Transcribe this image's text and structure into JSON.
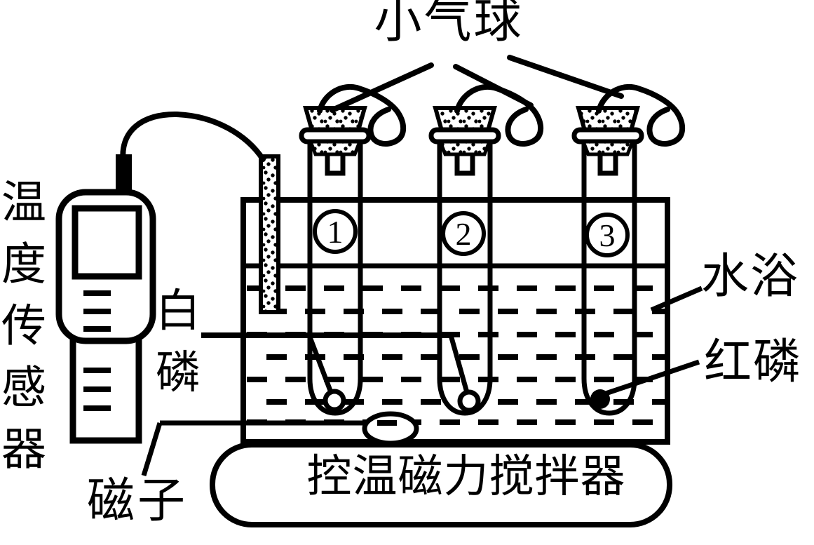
{
  "labels": {
    "balloon": "小气球",
    "temperature_sensor": "温度传感器",
    "white_phosphorus": "白磷",
    "water_bath": "水浴",
    "red_phosphorus": "红磷",
    "magnetic_stir_bar": "磁子",
    "stirrer": "控温磁力搅拌器"
  },
  "tube_numbers": [
    "1",
    "2",
    "3"
  ],
  "colors": {
    "line": "#000000",
    "background": "#ffffff"
  }
}
